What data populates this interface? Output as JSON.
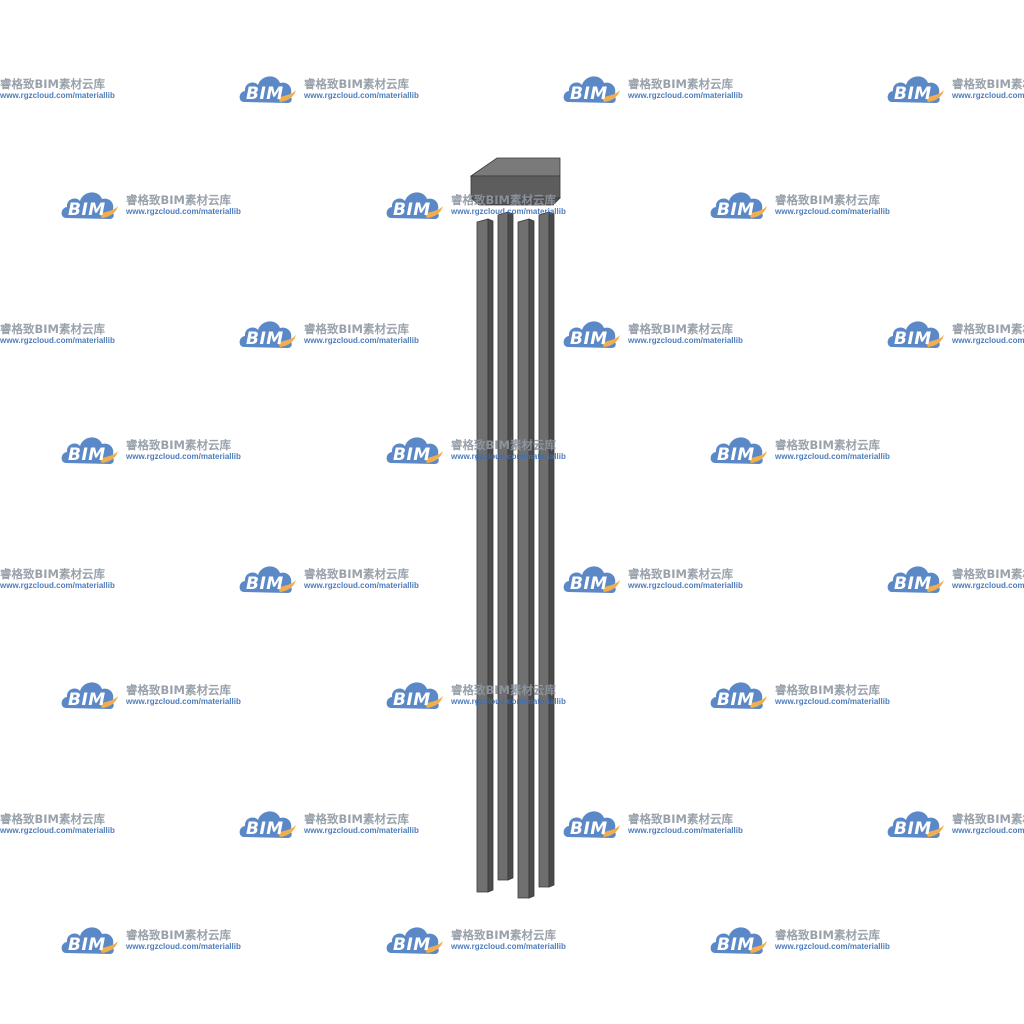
{
  "watermark": {
    "logo_text": "BIM",
    "brand_name": "睿格致BIM素材云库",
    "url": "www.rgzcloud.com/materiallib",
    "colors": {
      "cloud": "#4a7cc0",
      "accent": "#f0a63c",
      "brand_text": "#8f98a3",
      "url_text": "#3b6fb5"
    }
  },
  "model": {
    "subject": "pile-cap-with-four-piles",
    "colors": {
      "cap_top": "#7a7a7a",
      "cap_front": "#5d5d5d",
      "cap_side": "#4c4c4c",
      "pile_face": "#6e6e6e",
      "pile_side": "#4a4a4a",
      "pile_edge": "#3a3a3a"
    }
  }
}
